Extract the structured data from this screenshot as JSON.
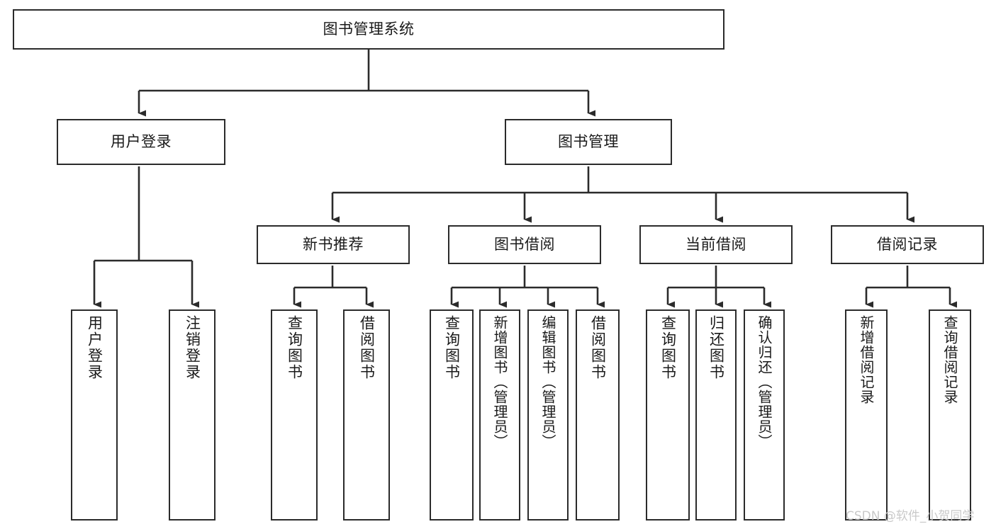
{
  "diagram": {
    "type": "tree-hierarchy-diagram",
    "title": "图书管理系统",
    "watermark": "CSDN @软件_小贺同学",
    "colors": {
      "box_border": "#2b2b2b",
      "box_fill": "#ffffff",
      "connector": "#2b2b2b",
      "text": "#1a1a1a",
      "watermark": "#c9c9c9",
      "background": "#ffffff"
    },
    "levels": {
      "root": {
        "label": "图书管理系统",
        "orientation": "horizontal"
      },
      "level2": [
        {
          "label": "用户登录",
          "orientation": "horizontal"
        },
        {
          "label": "图书管理",
          "orientation": "horizontal"
        }
      ],
      "level3": [
        {
          "label": "新书推荐",
          "orientation": "horizontal",
          "parent": "图书管理"
        },
        {
          "label": "图书借阅",
          "orientation": "horizontal",
          "parent": "图书管理"
        },
        {
          "label": "当前借阅",
          "orientation": "horizontal",
          "parent": "图书管理"
        },
        {
          "label": "借阅记录",
          "orientation": "horizontal",
          "parent": "图书管理"
        }
      ],
      "leaves": [
        {
          "label": "用户登录",
          "orientation": "vertical",
          "parent": "用户登录"
        },
        {
          "label": "注销登录",
          "orientation": "vertical",
          "parent": "用户登录"
        },
        {
          "label": "查询图书",
          "orientation": "vertical",
          "parent": "新书推荐"
        },
        {
          "label": "借阅图书",
          "orientation": "vertical",
          "parent": "新书推荐"
        },
        {
          "label": "查询图书",
          "orientation": "vertical",
          "parent": "图书借阅"
        },
        {
          "label": "新增图书（管理员）",
          "orientation": "vertical",
          "parent": "图书借阅"
        },
        {
          "label": "编辑图书（管理员）",
          "orientation": "vertical",
          "parent": "图书借阅"
        },
        {
          "label": "借阅图书",
          "orientation": "vertical",
          "parent": "图书借阅"
        },
        {
          "label": "查询图书",
          "orientation": "vertical",
          "parent": "当前借阅"
        },
        {
          "label": "归还图书",
          "orientation": "vertical",
          "parent": "当前借阅"
        },
        {
          "label": "确认归还（管理员）",
          "orientation": "vertical",
          "parent": "当前借阅"
        },
        {
          "label": "新增借阅记录",
          "orientation": "vertical",
          "parent": "借阅记录"
        },
        {
          "label": "查询借阅记录",
          "orientation": "vertical",
          "parent": "借阅记录"
        }
      ]
    }
  }
}
